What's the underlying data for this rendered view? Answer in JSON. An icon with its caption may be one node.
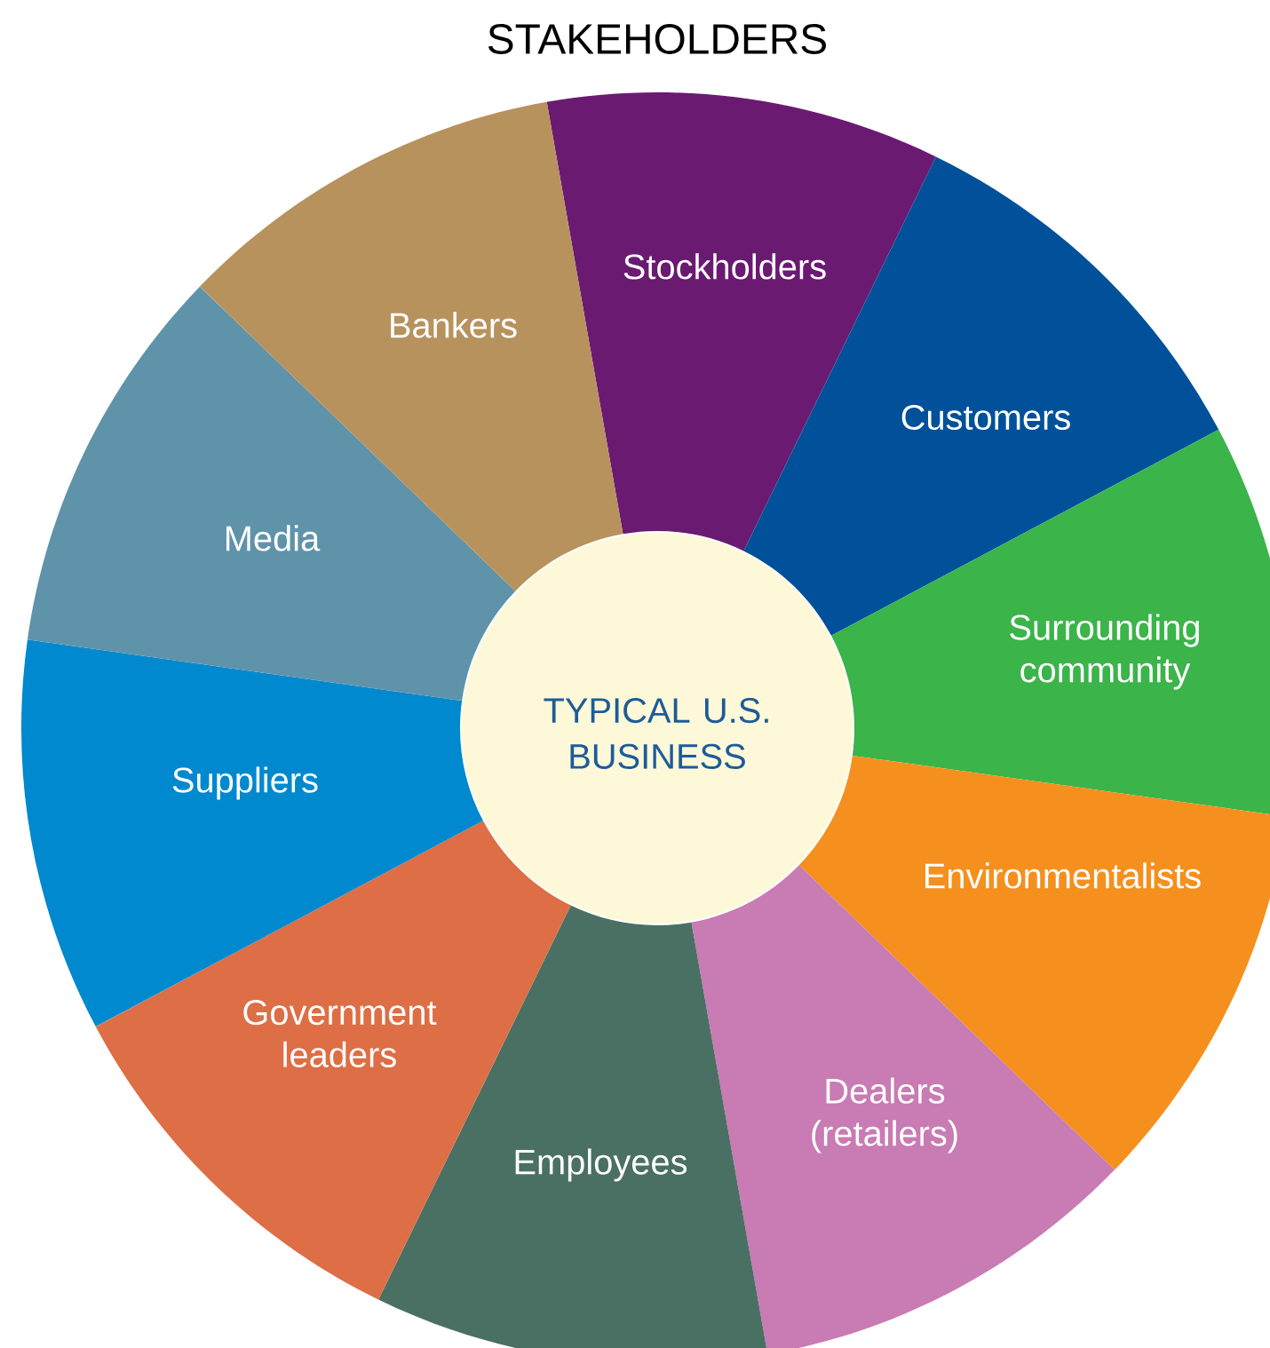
{
  "diagram": {
    "title": "STAKEHOLDERS",
    "nodes": [
      {
        "text": [
          "TYPICAL U.S. BUSINESS"
        ]
      },
      {
        "text": [
          "Stockholders"
        ]
      },
      {
        "text": [
          "Customers"
        ]
      },
      {
        "text": [
          "Surrounding community"
        ]
      },
      {
        "text": [
          "Environmentalists"
        ]
      },
      {
        "text": [
          "Dealers (retailers)"
        ]
      },
      {
        "text": [
          "Employees"
        ]
      },
      {
        "text": [
          "Government leaders"
        ]
      },
      {
        "text": [
          "Suppliers"
        ]
      },
      {
        "text": [
          "Media"
        ]
      },
      {
        "text": [
          "Bankers"
        ]
      }
    ]
  }
}
